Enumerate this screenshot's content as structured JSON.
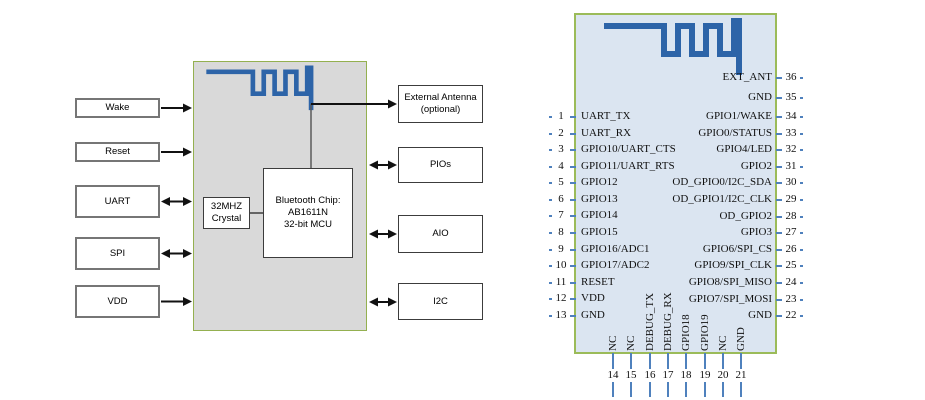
{
  "left_diagram": {
    "chip": {
      "lines": [
        "Bluetooth Chip:",
        "AB1611N",
        "32-bit MCU"
      ]
    },
    "crystal": {
      "lines": [
        "32MHZ",
        "Crystal"
      ]
    },
    "inputs": [
      {
        "label": "Wake",
        "direction": "in"
      },
      {
        "label": "Reset",
        "direction": "in"
      },
      {
        "label": "UART",
        "direction": "bidirectional"
      },
      {
        "label": "SPI",
        "direction": "bidirectional"
      },
      {
        "label": "VDD",
        "direction": "in"
      }
    ],
    "peripherals": [
      {
        "label": "External Antenna (optional)",
        "direction": "out"
      },
      {
        "label": "PIOs",
        "direction": "bidirectional"
      },
      {
        "label": "AIO",
        "direction": "bidirectional"
      },
      {
        "label": "I2C",
        "direction": "bidirectional"
      }
    ]
  },
  "pinout": {
    "left_pins": [
      {
        "num": "1",
        "label": "UART_TX"
      },
      {
        "num": "2",
        "label": "UART_RX"
      },
      {
        "num": "3",
        "label": "GPIO10/UART_CTS"
      },
      {
        "num": "4",
        "label": "GPIO11/UART_RTS"
      },
      {
        "num": "5",
        "label": "GPIO12"
      },
      {
        "num": "6",
        "label": "GPIO13"
      },
      {
        "num": "7",
        "label": "GPIO14"
      },
      {
        "num": "8",
        "label": "GPIO15"
      },
      {
        "num": "9",
        "label": "GPIO16/ADC1"
      },
      {
        "num": "10",
        "label": "GPIO17/ADC2"
      },
      {
        "num": "11",
        "label": "RESET"
      },
      {
        "num": "12",
        "label": "VDD"
      },
      {
        "num": "13",
        "label": "GND"
      }
    ],
    "right_pins": [
      {
        "num": "36",
        "label": "EXT_ANT"
      },
      {
        "num": "35",
        "label": "GND"
      },
      {
        "num": "34",
        "label": "GPIO1/WAKE"
      },
      {
        "num": "33",
        "label": "GPIO0/STATUS"
      },
      {
        "num": "32",
        "label": "GPIO4/LED"
      },
      {
        "num": "31",
        "label": "GPIO2"
      },
      {
        "num": "30",
        "label": "OD_GPIO0/I2C_SDA"
      },
      {
        "num": "29",
        "label": "OD_GPIO1/I2C_CLK"
      },
      {
        "num": "28",
        "label": "OD_GPIO2"
      },
      {
        "num": "27",
        "label": "GPIO3"
      },
      {
        "num": "26",
        "label": "GPIO6/SPI_CS"
      },
      {
        "num": "25",
        "label": "GPIO9/SPI_CLK"
      },
      {
        "num": "24",
        "label": "GPIO8/SPI_MISO"
      },
      {
        "num": "23",
        "label": "GPIO7/SPI_MOSI"
      },
      {
        "num": "22",
        "label": "GND"
      }
    ],
    "bottom_pins": [
      {
        "num": "14",
        "label": "NC"
      },
      {
        "num": "15",
        "label": "NC"
      },
      {
        "num": "16",
        "label": "DEBUG_TX"
      },
      {
        "num": "17",
        "label": "DEBUG_RX"
      },
      {
        "num": "18",
        "label": "GPIO18"
      },
      {
        "num": "19",
        "label": "GPIO19"
      },
      {
        "num": "20",
        "label": "NC"
      },
      {
        "num": "21",
        "label": "GND"
      }
    ]
  },
  "colors": {
    "pin_line": "#4f81bd",
    "antenna": "#2d64a8",
    "module_fill": "#dbe5f1",
    "module_border": "#9bbb59",
    "block_fill": "#d9d9d9",
    "block_border": "#94b050",
    "arrow": "#111111"
  }
}
